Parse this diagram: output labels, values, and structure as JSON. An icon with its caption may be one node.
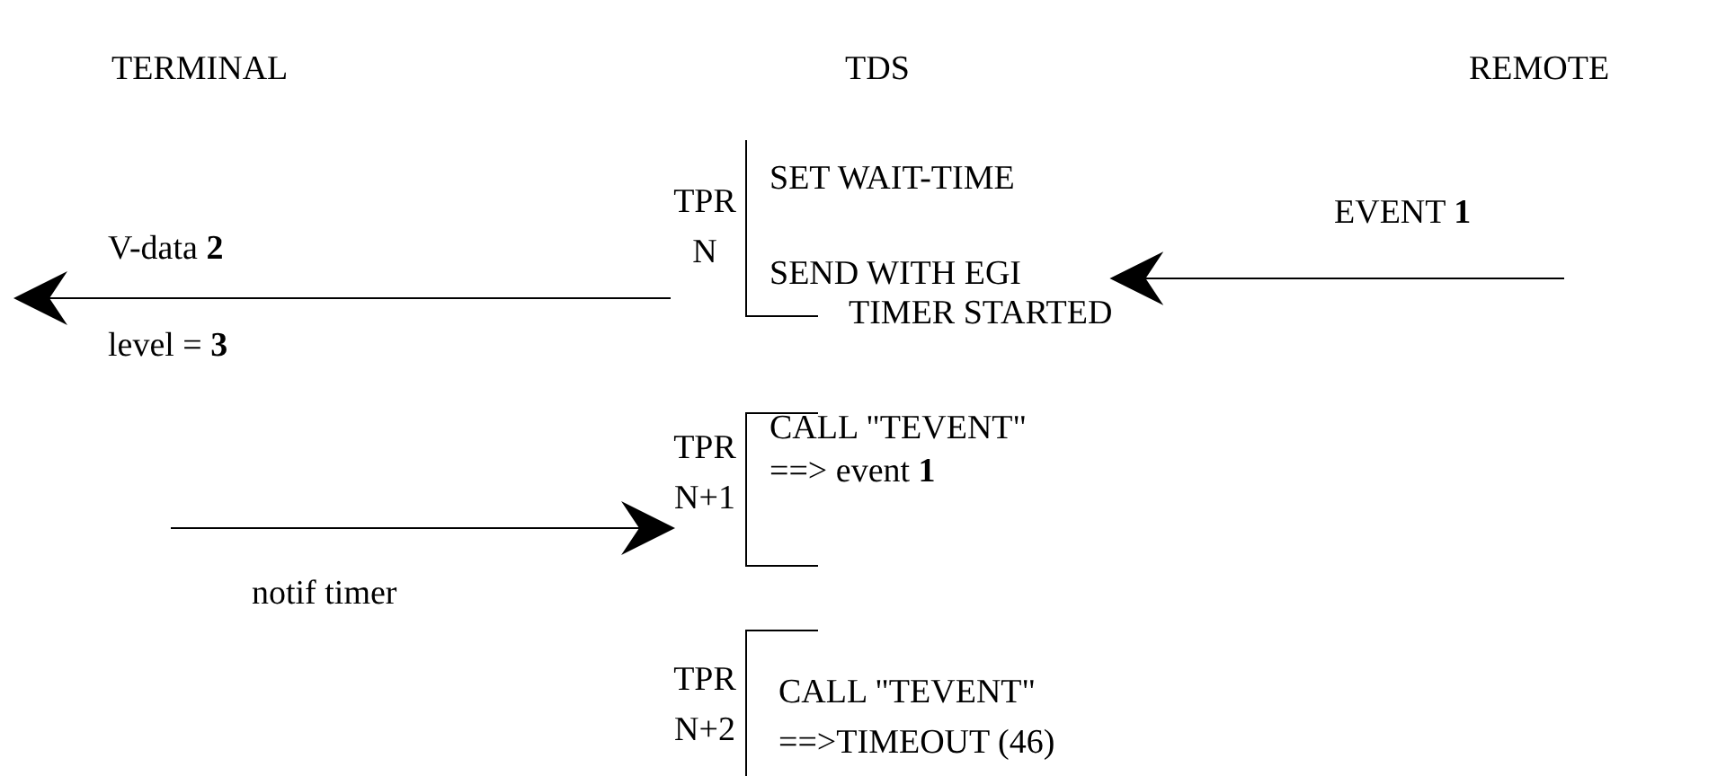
{
  "diagram": {
    "nodes": [
      {
        "text": [
          "TPR N",
          "SET WAIT-TIME",
          "SEND WITH EGI",
          "TIMER STARTED"
        ]
      },
      {
        "text": [
          "TPR N+1",
          "CALL \"TEVENT\"",
          "==>  event  **1**"
        ]
      },
      {
        "text": [
          "TPR N+2",
          "CALL \"TEVENT\"",
          "==>TIMEOUT (46)"
        ]
      }
    ],
    "edges": [
      {
        "from": null,
        "to": 0,
        "arrow": "to",
        "label": "EVENT  **1**"
      },
      {
        "from": 0,
        "to": null,
        "arrow": "to",
        "label": "V-data  **2**"
      },
      {
        "from": null,
        "to": 1,
        "arrow": "to",
        "label": "notif timer"
      }
    ],
    "labels": [
      "TERMINAL",
      "TDS",
      "REMOTE",
      "level =  **3**"
    ]
  }
}
